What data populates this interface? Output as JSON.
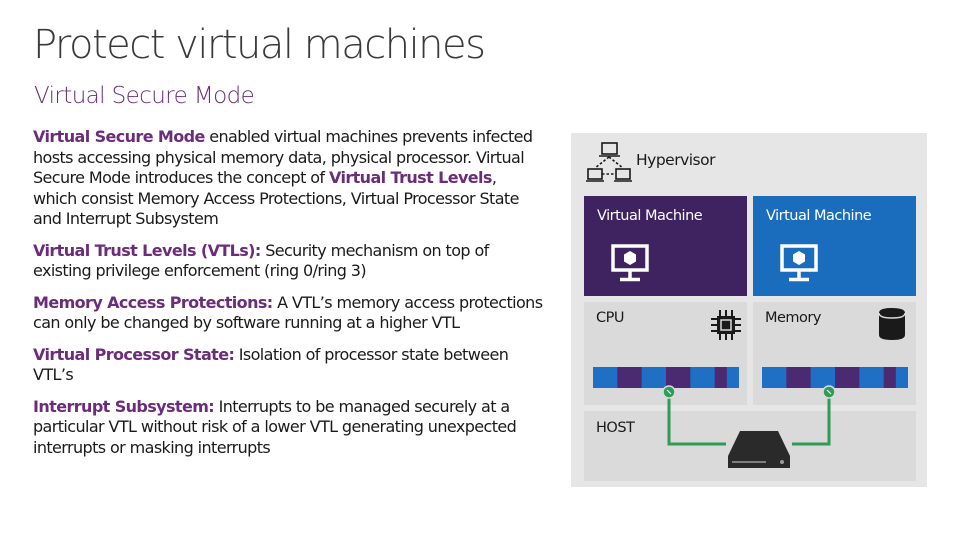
{
  "slide": {
    "title": "Protect virtual machines",
    "subtitle": "Virtual Secure Mode"
  },
  "paragraphs": [
    {
      "segments": [
        {
          "text": "Virtual Secure Mode",
          "highlight": true
        },
        {
          "text": " enabled virtual machines prevents infected hosts accessing physical memory data, physical processor. Virtual Secure Mode introduces the concept of ",
          "highlight": false
        },
        {
          "text": "Virtual Trust Levels",
          "highlight": true
        },
        {
          "text": ", which consist Memory Access Protections, Virtual Processor State and Interrupt Subsystem",
          "highlight": false
        }
      ]
    },
    {
      "segments": [
        {
          "text": "Virtual Trust Levels (VTLs):",
          "highlight": true
        },
        {
          "text": " Security mechanism on top of existing privilege enforcement (ring 0/ring 3)",
          "highlight": false
        }
      ]
    },
    {
      "segments": [
        {
          "text": "Memory Access Protections:",
          "highlight": true
        },
        {
          "text": " A VTL’s memory access protections can only be changed by software running at a higher VTL",
          "highlight": false
        }
      ]
    },
    {
      "segments": [
        {
          "text": "Virtual Processor State:",
          "highlight": true
        },
        {
          "text": " Isolation of processor state between VTL’s",
          "highlight": false
        }
      ]
    },
    {
      "segments": [
        {
          "text": "Interrupt Subsystem:",
          "highlight": true
        },
        {
          "text": " Interrupts to be managed securely at a particular VTL without risk of a lower VTL generating unexpected interrupts or masking interrupts",
          "highlight": false
        }
      ]
    }
  ],
  "diagram": {
    "hypervisor_label": "Hypervisor",
    "vm_left_label": "Virtual Machine",
    "vm_right_label": "Virtual Machine",
    "cpu_label": "CPU",
    "memory_label": "Memory",
    "host_label": "HOST",
    "hypervisor_icon": "network-computers-icon",
    "vm_icon": "monitor-icon",
    "cpu_icon": "chip-icon",
    "memory_icon": "database-icon",
    "host_icon": "hard-drive-icon",
    "strip_pattern": [
      "blue",
      "blue",
      "purple",
      "purple",
      "blue",
      "blue",
      "purple",
      "purple",
      "blue",
      "blue",
      "purple",
      "blue"
    ]
  },
  "colors": {
    "accent_purple": "#6b2c79",
    "vm_purple": "#3e2360",
    "vm_blue": "#1a6dbc",
    "strip_blue": "#1f6fc5",
    "strip_purple": "#4b2a72",
    "connector_green": "#2e9b56",
    "panel_gray": "#dadada",
    "diagram_bg": "#e6e6e6"
  }
}
